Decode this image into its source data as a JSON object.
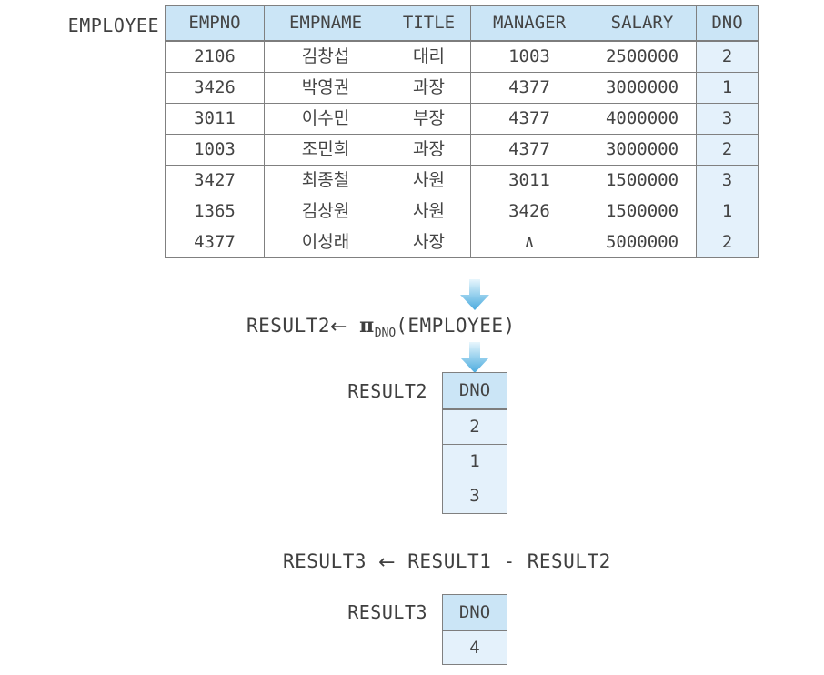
{
  "employee": {
    "label": "EMPLOYEE",
    "columns": [
      "EMPNO",
      "EMPNAME",
      "TITLE",
      "MANAGER",
      "SALARY",
      "DNO"
    ],
    "highlight_column": "DNO",
    "rows": [
      {
        "EMPNO": "2106",
        "EMPNAME": "김창섭",
        "TITLE": "대리",
        "MANAGER": "1003",
        "SALARY": "2500000",
        "DNO": "2"
      },
      {
        "EMPNO": "3426",
        "EMPNAME": "박영권",
        "TITLE": "과장",
        "MANAGER": "4377",
        "SALARY": "3000000",
        "DNO": "1"
      },
      {
        "EMPNO": "3011",
        "EMPNAME": "이수민",
        "TITLE": "부장",
        "MANAGER": "4377",
        "SALARY": "4000000",
        "DNO": "3"
      },
      {
        "EMPNO": "1003",
        "EMPNAME": "조민희",
        "TITLE": "과장",
        "MANAGER": "4377",
        "SALARY": "3000000",
        "DNO": "2"
      },
      {
        "EMPNO": "3427",
        "EMPNAME": "최종철",
        "TITLE": "사원",
        "MANAGER": "3011",
        "SALARY": "1500000",
        "DNO": "3"
      },
      {
        "EMPNO": "1365",
        "EMPNAME": "김상원",
        "TITLE": "사원",
        "MANAGER": "3426",
        "SALARY": "1500000",
        "DNO": "1"
      },
      {
        "EMPNO": "4377",
        "EMPNAME": "이성래",
        "TITLE": "사장",
        "MANAGER": "∧",
        "SALARY": "5000000",
        "DNO": "2"
      }
    ]
  },
  "formula1": {
    "target": "RESULT2",
    "assign": "←",
    "operator": "π",
    "operator_subscript": "DNO",
    "operand": "(EMPLOYEE)",
    "full_text": "RESULT2 ← πDNO (EMPLOYEE)"
  },
  "result2": {
    "label": "RESULT2",
    "columns": [
      "DNO"
    ],
    "rows": [
      {
        "DNO": "2"
      },
      {
        "DNO": "1"
      },
      {
        "DNO": "3"
      }
    ]
  },
  "formula2": {
    "target": "RESULT3",
    "assign": "←",
    "left_operand": "RESULT1",
    "operator": "-",
    "right_operand": "RESULT2",
    "full_text": "RESULT3 ← RESULT1 - RESULT2"
  },
  "result3": {
    "label": "RESULT3",
    "columns": [
      "DNO"
    ],
    "rows": [
      {
        "DNO": "4"
      }
    ]
  },
  "arrows": [
    {
      "name": "arrow-employee-to-formula1",
      "direction": "down"
    },
    {
      "name": "arrow-formula1-to-result2",
      "direction": "down"
    }
  ],
  "colors": {
    "header_blue": "#cbe5f6",
    "cell_blue": "#e4f1fb",
    "border_gray": "#808080",
    "arrow_blue_light": "#d8effb",
    "arrow_blue_dark": "#4aaade",
    "text_gray": "#444444"
  }
}
